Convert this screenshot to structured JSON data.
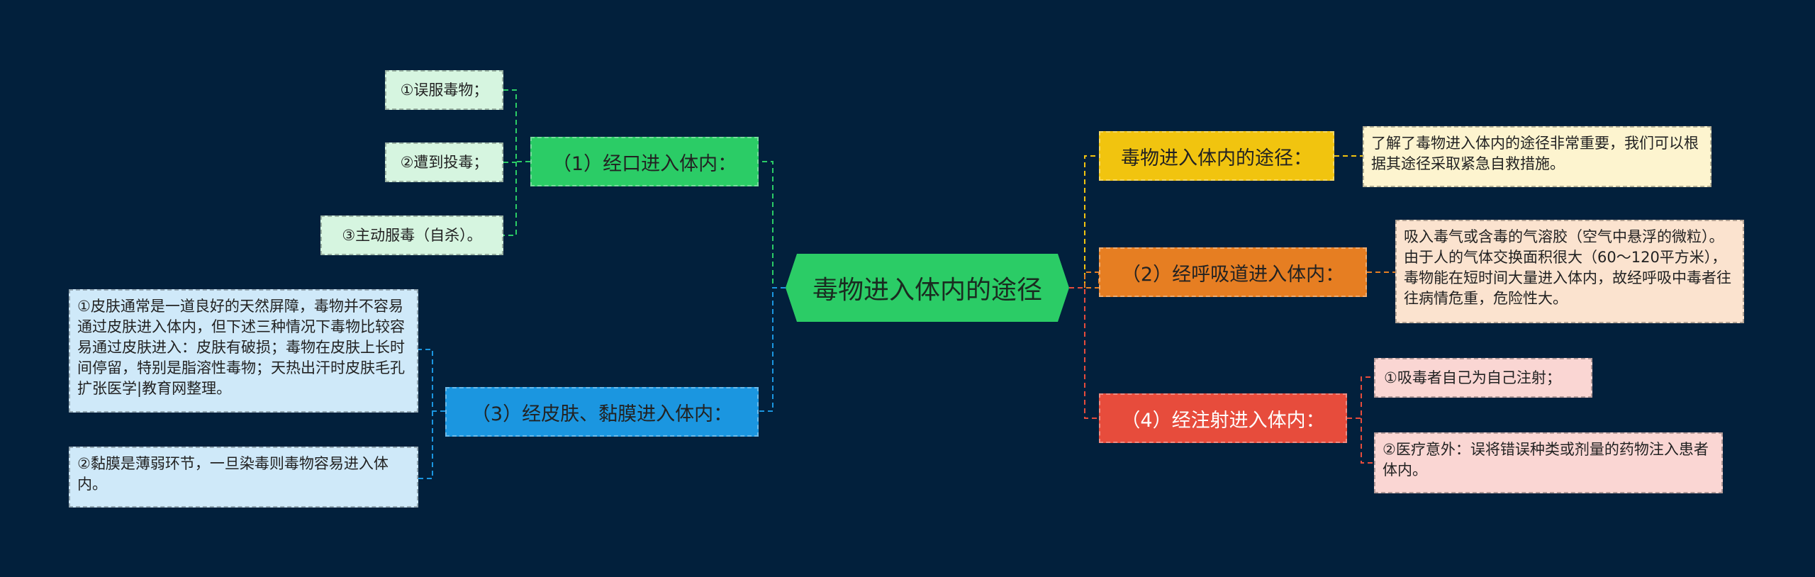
{
  "root": {
    "label": "毒物进入体内的途径"
  },
  "left": {
    "oral": {
      "label": "（1）经口进入体内：",
      "color": "#2bcc66",
      "leaves": [
        "①误服毒物；",
        "②遭到投毒；",
        "③主动服毒（自杀）。"
      ]
    },
    "skin": {
      "label": "（3）经皮肤、黏膜进入体内：",
      "color": "#1b96e0",
      "leaves": [
        "①皮肤通常是一道良好的天然屏障，毒物并不容易通过皮肤进入体内，但下述三种情况下毒物比较容易通过皮肤进入：皮肤有破损；毒物在皮肤上长时间停留，特别是脂溶性毒物；天热出汗时皮肤毛孔扩张医学|教育网整理。",
        "②黏膜是薄弱环节，一旦染毒则毒物容易进入体内。"
      ]
    }
  },
  "right": {
    "intro": {
      "label": "毒物进入体内的途径：",
      "color": "#f1c40f",
      "leaves": [
        "了解了毒物进入体内的途径非常重要，我们可以根据其途径采取紧急自救措施。"
      ]
    },
    "breath": {
      "label": "（2）经呼吸道进入体内：",
      "color": "#e67e22",
      "leaves": [
        "吸入毒气或含毒的气溶胶（空气中悬浮的微粒）。由于人的气体交换面积很大（60～120平方米），毒物能在短时间大量进入体内，故经呼吸中毒者往往病情危重，危险性大。"
      ]
    },
    "inject": {
      "label": "（4）经注射进入体内：",
      "color": "#e74c3c",
      "leaves": [
        "①吸毒者自己为自己注射；",
        "②医疗意外：误将错误种类或剂量的药物注入患者体内。"
      ]
    }
  }
}
